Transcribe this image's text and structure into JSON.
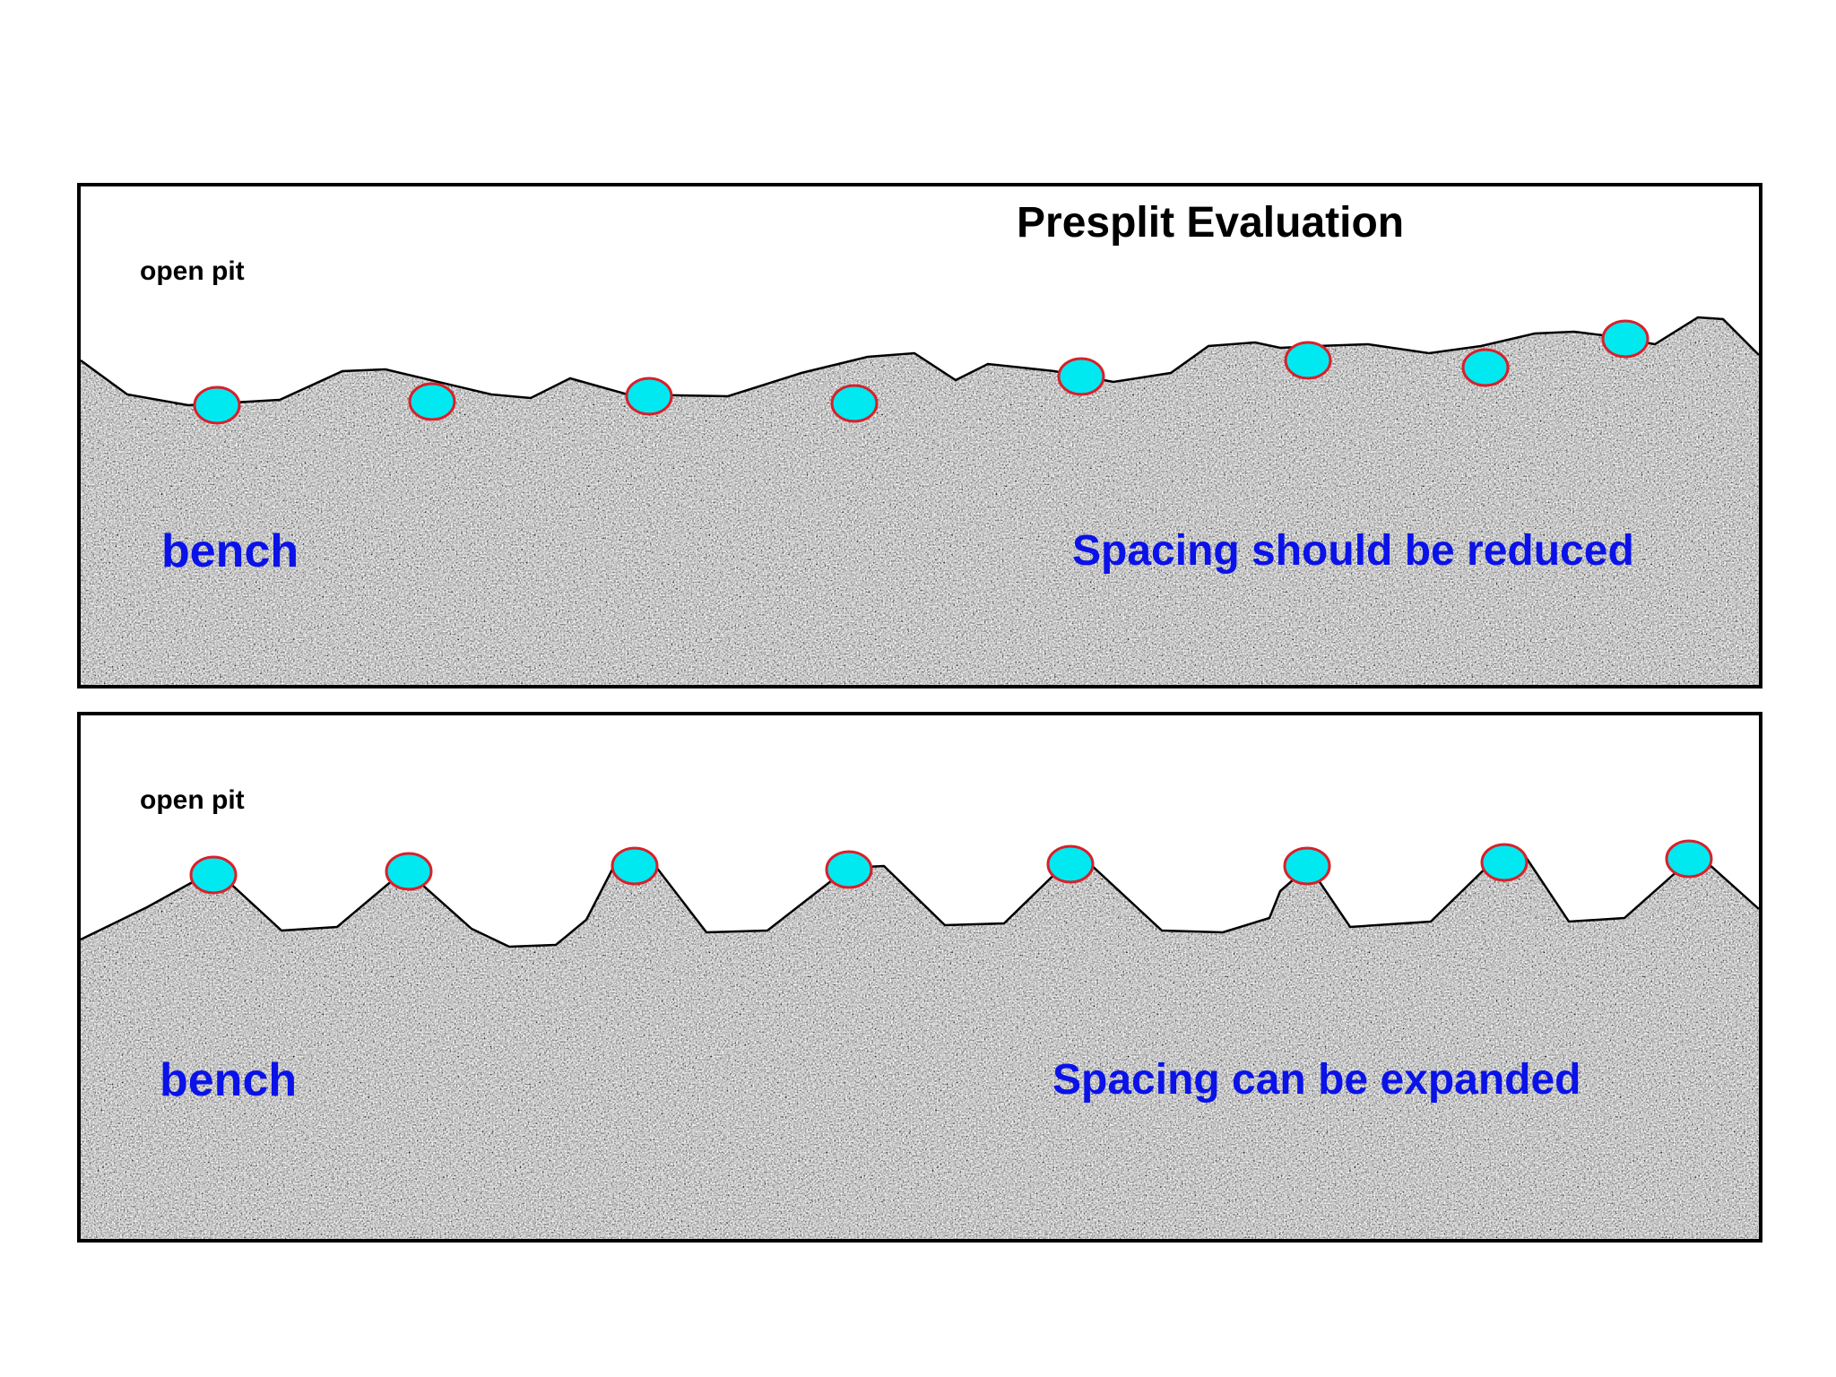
{
  "title": "Presplit Evaluation",
  "colors": {
    "label_blue": "#0a12e8",
    "hole_fill": "#00e8f0",
    "hole_stroke": "#d8202a",
    "rock_base": "#9c9c9c",
    "outline": "#000000"
  },
  "panels": [
    {
      "open_pit_label": "open pit",
      "bench_label": "bench",
      "note": "Spacing should be reduced",
      "hole_count": 8
    },
    {
      "open_pit_label": "open pit",
      "bench_label": "bench",
      "note": "Spacing can be expanded",
      "hole_count": 8
    }
  ]
}
